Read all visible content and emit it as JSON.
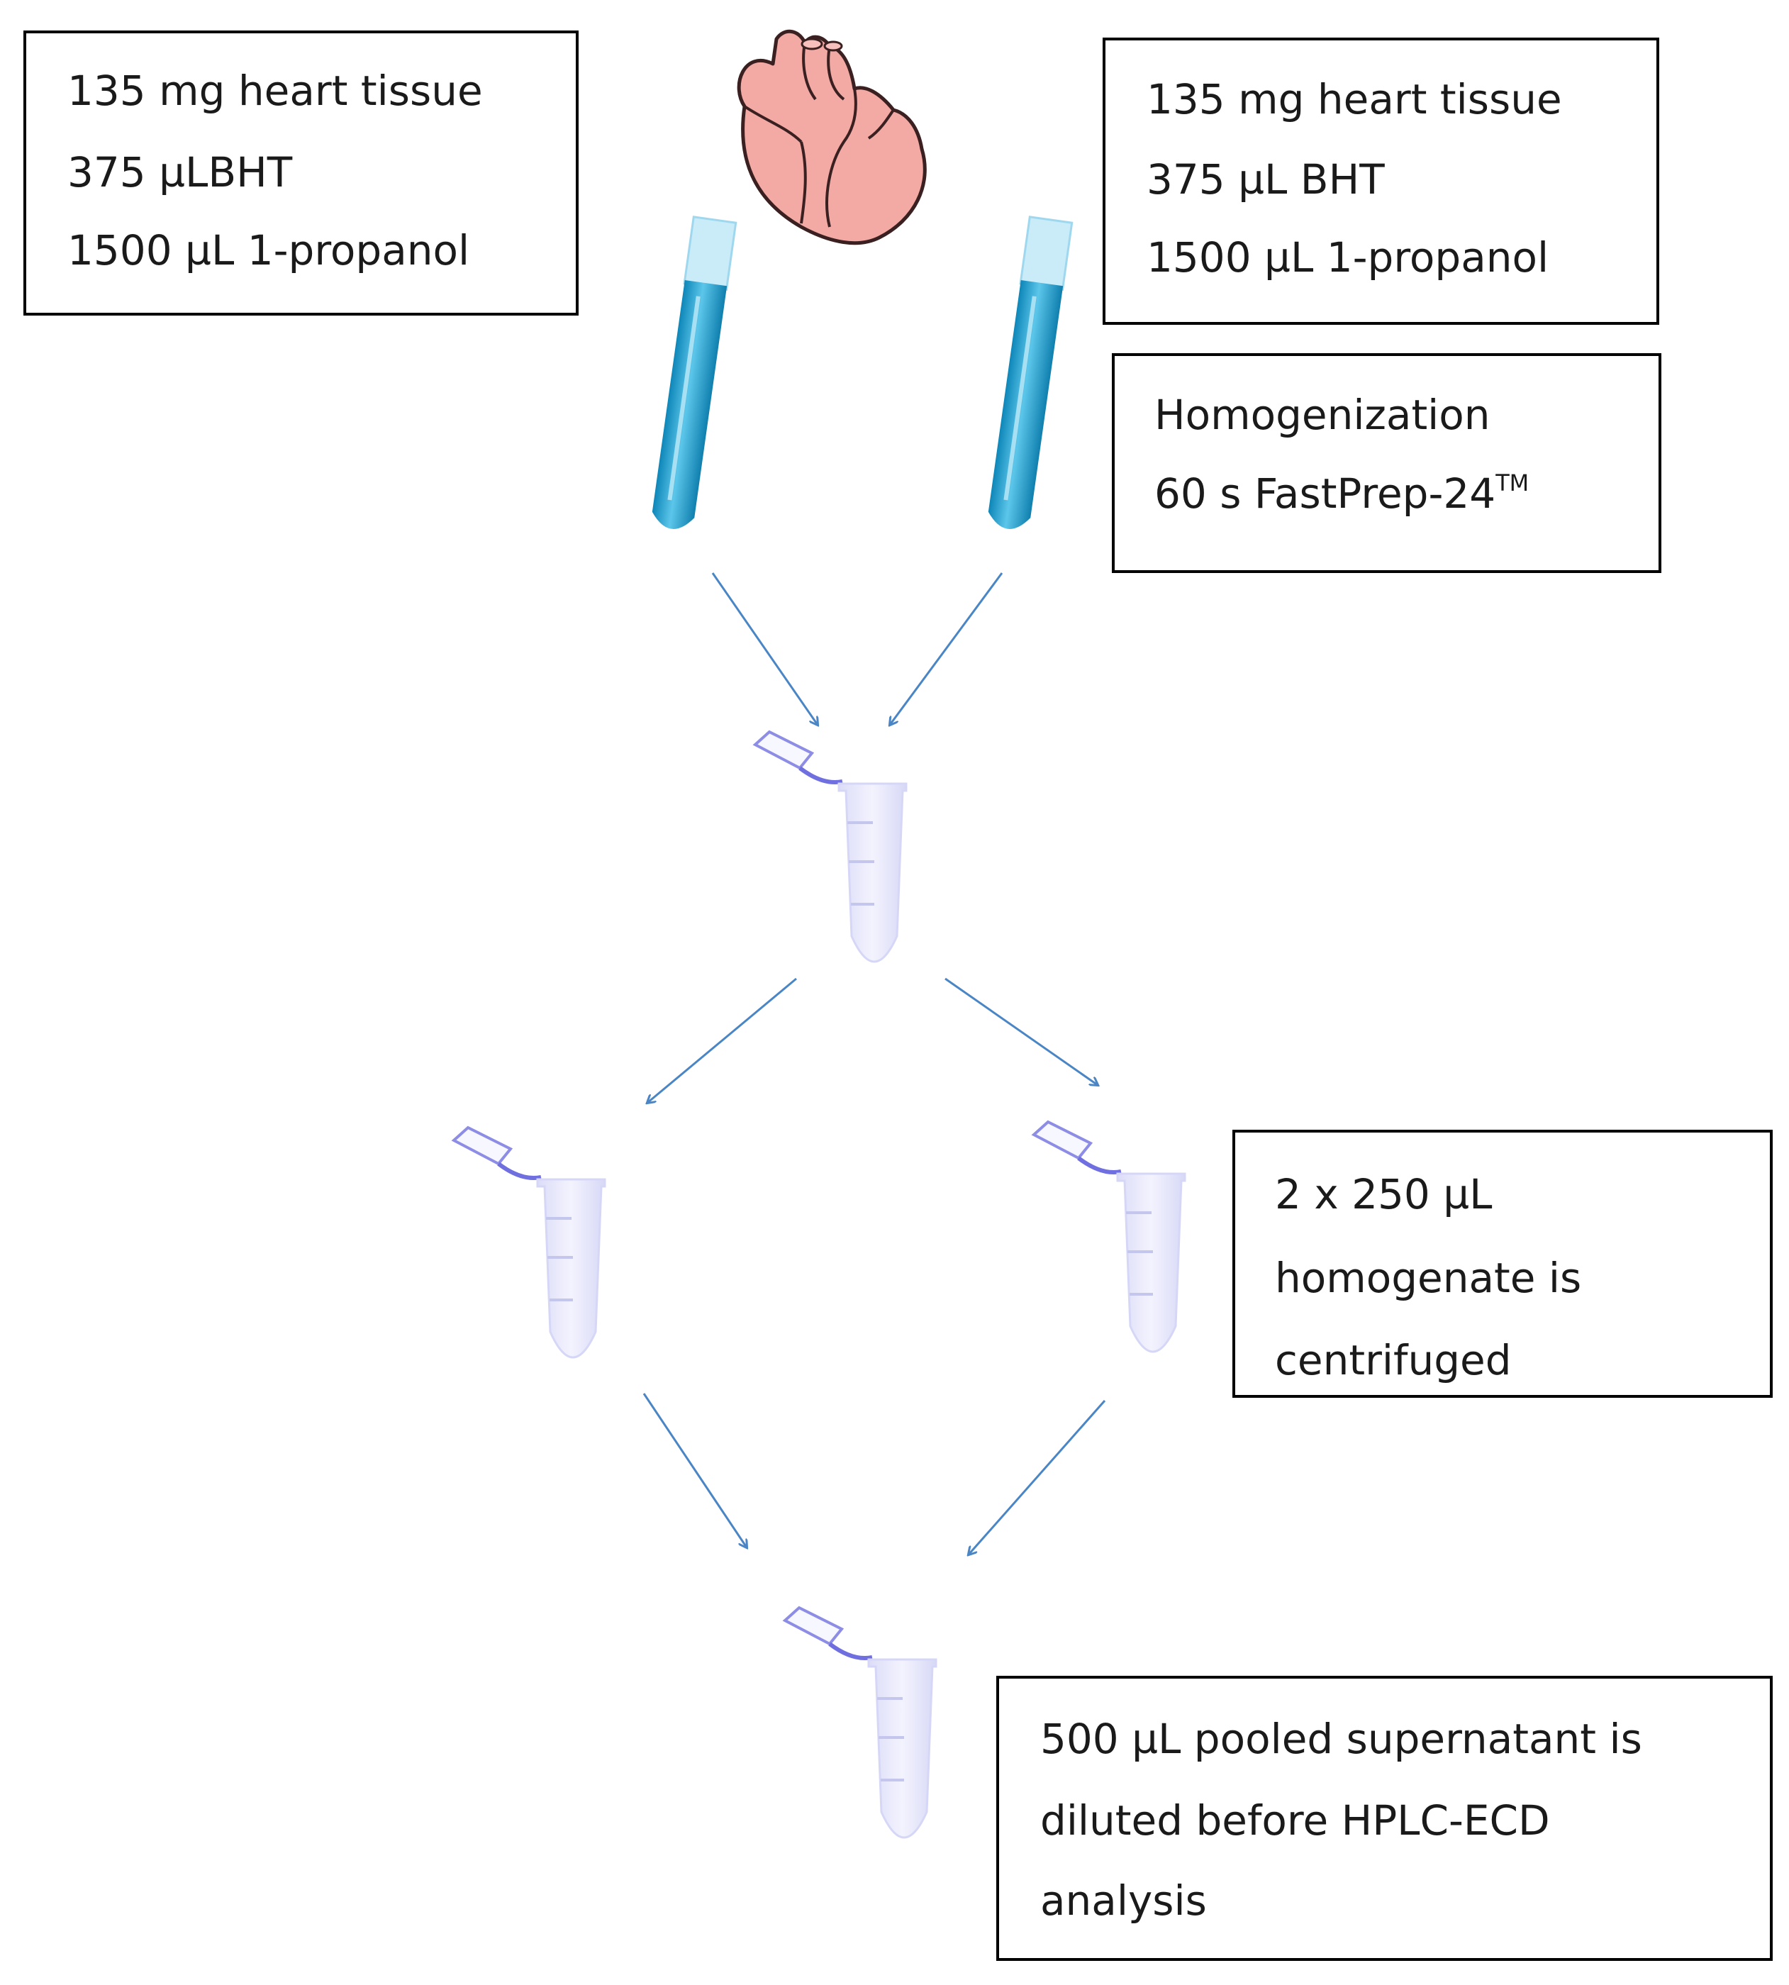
{
  "boxes": {
    "left_inputs": {
      "lines": [
        "135 mg heart tissue",
        "375 µLBHT",
        "1500 µL 1-propanol"
      ]
    },
    "right_inputs": {
      "lines": [
        "135 mg heart tissue",
        "375 µL BHT",
        "1500 µL 1-propanol"
      ]
    },
    "homogenization": {
      "line1": "Homogenization",
      "line2": "60 s FastPrep-24",
      "line2_sup": "TM"
    },
    "centrifuge": {
      "lines": [
        "2 x 250 µL",
        "homogenate is",
        "centrifuged"
      ]
    },
    "final": {
      "lines": [
        "500 µL pooled supernatant is",
        "diluted before HPLC-ECD",
        "analysis"
      ]
    }
  },
  "icons": {
    "heart": "heart-icon",
    "test_tube": "test-tube-icon",
    "eppendorf_tube": "eppendorf-tube-icon",
    "arrow": "arrow-icon"
  },
  "colors": {
    "arrow": "#4a86c5",
    "tube_liquid": "#1f9ac9",
    "tube_glass": "#bfe6f5",
    "heart_fill": "#f2a8a4",
    "heart_stroke": "#3a2020",
    "eppendorf_body": "#e6e7fb",
    "eppendorf_cap": "#7f7fe6"
  }
}
